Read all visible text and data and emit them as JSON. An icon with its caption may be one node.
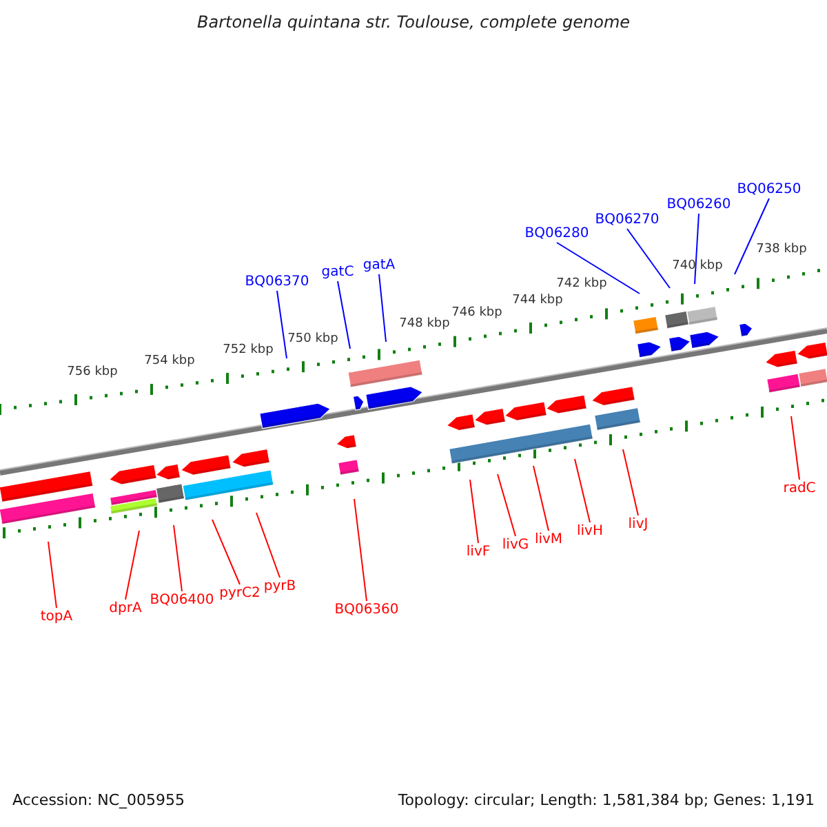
{
  "diagram": {
    "title": "Bartonella quintana str. Toulouse, complete genome",
    "nodes": [
      {
        "text": [
          "BQ06370"
        ]
      },
      {
        "text": [
          "gatC"
        ]
      },
      {
        "text": [
          "gatA"
        ]
      },
      {
        "text": [
          "BQ06280"
        ]
      },
      {
        "text": [
          "BQ06270"
        ]
      },
      {
        "text": [
          "BQ06260"
        ]
      },
      {
        "text": [
          "BQ06250"
        ]
      },
      {
        "text": [
          "topA"
        ]
      },
      {
        "text": [
          "dprA"
        ]
      },
      {
        "text": [
          "BQ06400"
        ]
      },
      {
        "text": [
          "pyrC2"
        ]
      },
      {
        "text": [
          "pyrB"
        ]
      },
      {
        "text": [
          "BQ06360"
        ]
      },
      {
        "text": [
          "livF"
        ]
      },
      {
        "text": [
          "livG"
        ]
      },
      {
        "text": [
          "livM"
        ]
      },
      {
        "text": [
          "livH"
        ]
      },
      {
        "text": [
          "livJ"
        ]
      },
      {
        "text": [
          "radC"
        ]
      }
    ],
    "edges": [
      {
        "from": 0,
        "to": null,
        "arrow": "none",
        "color": "#0000ff"
      },
      {
        "from": 1,
        "to": null,
        "arrow": "none",
        "color": "#0000ff"
      },
      {
        "from": 2,
        "to": null,
        "arrow": "none",
        "color": "#0000ff"
      },
      {
        "from": 3,
        "to": null,
        "arrow": "none",
        "color": "#0000ff"
      },
      {
        "from": 4,
        "to": null,
        "arrow": "none",
        "color": "#0000ff"
      },
      {
        "from": 5,
        "to": null,
        "arrow": "none",
        "color": "#0000ff"
      },
      {
        "from": 6,
        "to": null,
        "arrow": "none",
        "color": "#0000ff"
      },
      {
        "from": 7,
        "to": null,
        "arrow": "none"
      },
      {
        "from": 8,
        "to": null,
        "arrow": "none"
      },
      {
        "from": 9,
        "to": null,
        "arrow": "none"
      },
      {
        "from": 10,
        "to": null,
        "arrow": "none"
      },
      {
        "from": 11,
        "to": null,
        "arrow": "none"
      },
      {
        "from": 12,
        "to": null,
        "arrow": "none"
      },
      {
        "from": 13,
        "to": null,
        "arrow": "none"
      },
      {
        "from": 14,
        "to": null,
        "arrow": "none"
      },
      {
        "from": 15,
        "to": null,
        "arrow": "none"
      },
      {
        "from": 16,
        "to": null,
        "arrow": "none"
      },
      {
        "from": 17,
        "to": null,
        "arrow": "none"
      },
      {
        "from": 18,
        "to": null,
        "arrow": "none"
      }
    ],
    "labels": [
      "738 kbp",
      "740 kbp",
      "742 kbp",
      "744 kbp",
      "746 kbp",
      "748 kbp",
      "750 kbp",
      "752 kbp",
      "754 kbp",
      "756 kbp",
      "Accession: NC_005955",
      "Topology: circular; Length: 1,581,384 bp; Genes: 1,191"
    ]
  }
}
